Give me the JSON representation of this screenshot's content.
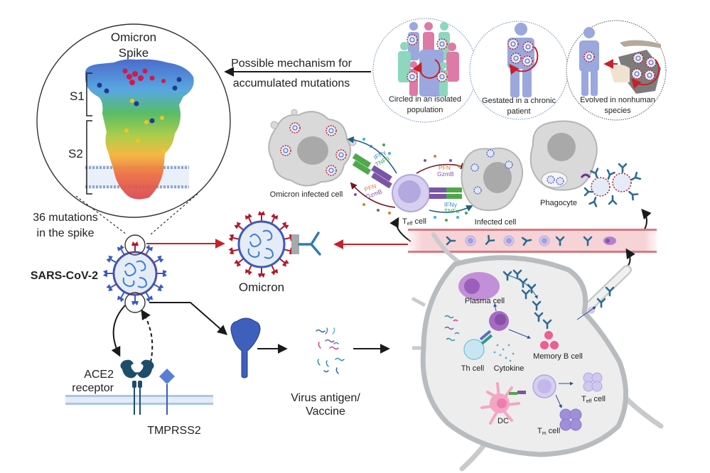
{
  "diagram": {
    "spike_panel": {
      "title_line1": "Omicron",
      "title_line2": "Spike",
      "s1_label": "S1",
      "s2_label": "S2"
    },
    "mechanism": {
      "line1": "Possible mechanism for",
      "line2": "accumulated mutations",
      "hypotheses": [
        {
          "line1": "Circled in an isolated",
          "line2": "population"
        },
        {
          "line1": "Gestated in a chronic",
          "line2": "patient"
        },
        {
          "line1": "Evolved in nonhuman",
          "line2": "species"
        }
      ]
    },
    "virus": {
      "mutations_line1": "36 mutations",
      "mutations_line2": "in the spike",
      "name": "SARS-CoV-2",
      "omicron_label": "Omicron"
    },
    "entry": {
      "ace2_line1": "ACE2",
      "ace2_line2": "receptor",
      "tmprss2": "TMPRSS2"
    },
    "vaccine": {
      "line1": "Virus antigen/",
      "line2": "Vaccine"
    },
    "cellular": {
      "omicron_infected_cell": "Omicron infected cell",
      "teff_cell_main": "T",
      "teff_cell_sub": "eff",
      "teff_cell_suffix": " cell",
      "infected_cell": "Infected cell",
      "phagocyte": "Phagocyte",
      "cytokines_a_line1": "IFNγ",
      "cytokines_a_line2": "TNFα",
      "cytotoxic_line1": "PFN",
      "cytotoxic_line2": "GzmB"
    },
    "lymph_node": {
      "plasma_cell": "Plasma cell",
      "memory_b_cell": "Memory B cell",
      "th_cell": "Th cell",
      "cytokine": "Cytokine",
      "dc": "DC",
      "teff_main": "T",
      "teff_sub": "eff",
      "teff_suffix": " cell",
      "tm_main": "T",
      "tm_sub": "m",
      "tm_suffix": " cell"
    },
    "colors": {
      "red_arrow": "#c8202a",
      "spike_red": "#b3192d",
      "spike_blue": "#3a5bbf",
      "membrane_blue": "#a9c6ea",
      "vessel_pink": "#f6d3d6",
      "vessel_edge": "#d06a72",
      "node_gray": "#eeeeee",
      "node_edge": "#b9bcbf",
      "plasma_purple": "#b57fcf",
      "memory_pink": "#ec5f8e",
      "teff_lavender": "#c9c1ea",
      "th_blue": "#bfe2ee",
      "dc_pink": "#f3a6c4",
      "cell_gray": "#d7d7d7"
    }
  }
}
